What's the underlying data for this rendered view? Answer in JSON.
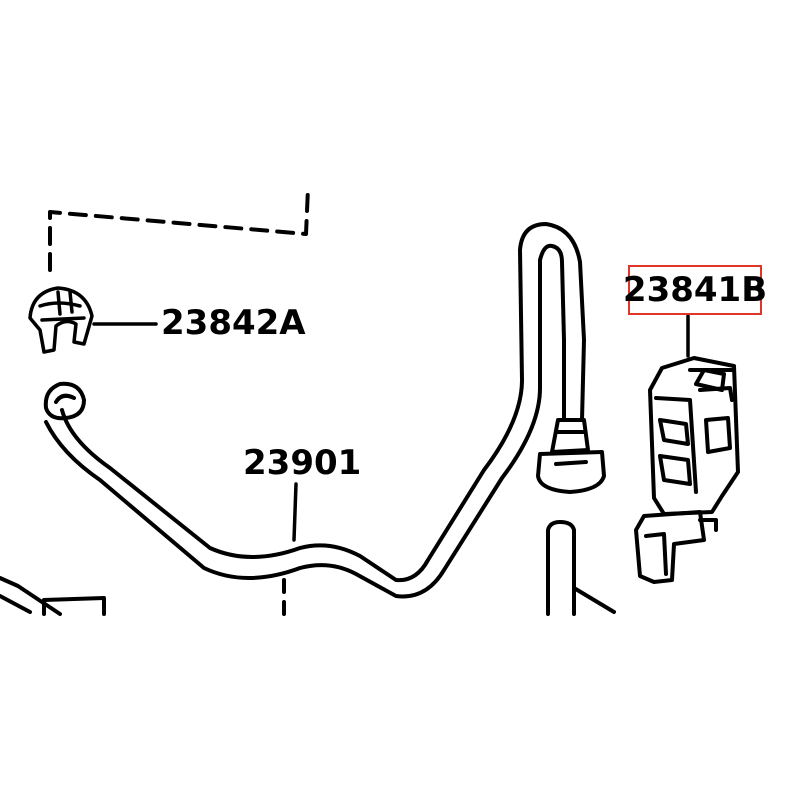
{
  "parts": {
    "clip_label": "23842A",
    "hose_label": "23901",
    "valve_label": "23841B"
  },
  "highlight_color": "#e0352b",
  "line_color": "#000000"
}
